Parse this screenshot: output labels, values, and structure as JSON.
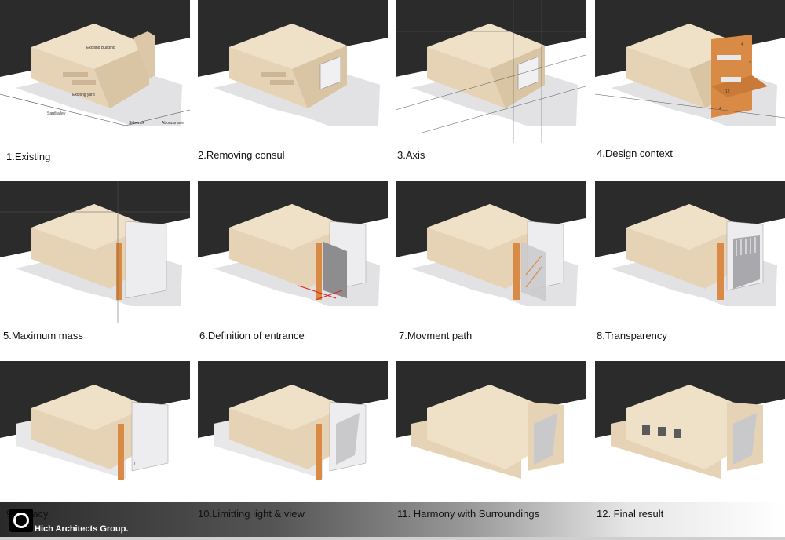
{
  "steps": [
    {
      "caption": "1.Existing",
      "labels": [
        "Existing Building",
        "Existing yard",
        "Sardi alley",
        "Sidewalk",
        "Abouzar ave."
      ]
    },
    {
      "caption": "2.Removing consul"
    },
    {
      "caption": "3.Axis"
    },
    {
      "caption": "4.Design context",
      "labels": [
        "4",
        "2",
        "12",
        "4"
      ]
    },
    {
      "caption": "5.Maximum mass"
    },
    {
      "caption": "6.Definition of entrance"
    },
    {
      "caption": "7.Movment path"
    },
    {
      "caption": "8.Transparency"
    },
    {
      "caption": "9.Privacy",
      "labels": [
        "7"
      ]
    },
    {
      "caption": "10.Limitting light & view"
    },
    {
      "caption": "11. Harmony with Surroundings"
    },
    {
      "caption": "12. Final result"
    }
  ],
  "brand": {
    "name": "Hich Architects Group."
  },
  "colors": {
    "background_dark": "#2b2b2b",
    "ground": "#e2e2e4",
    "mass": "#e6d3b6",
    "accent": "#d98a45",
    "white_box": "#ededf0"
  }
}
